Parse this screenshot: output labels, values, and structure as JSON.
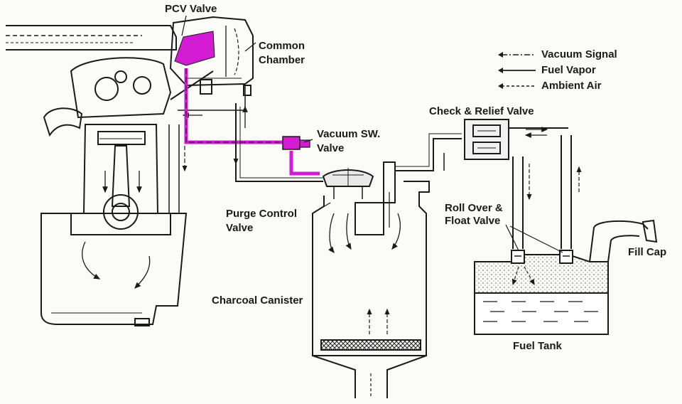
{
  "labels": {
    "pcv_valve": "PCV Valve",
    "common_chamber_1": "Common",
    "common_chamber_2": "Chamber",
    "vacuum_sw_1": "Vacuum SW.",
    "vacuum_sw_2": "Valve",
    "check_relief": "Check & Relief Valve",
    "purge_control_1": "Purge Control",
    "purge_control_2": "Valve",
    "rollover_1": "Roll Over &",
    "rollover_2": "Float Valve",
    "fill_cap": "Fill Cap",
    "charcoal_canister": "Charcoal Canister",
    "fuel_tank": "Fuel Tank"
  },
  "legend": [
    {
      "label": "Vacuum Signal",
      "line_style": "dash-dot"
    },
    {
      "label": "Fuel Vapor",
      "line_style": "solid"
    },
    {
      "label": "Ambient Air",
      "line_style": "dashed"
    }
  ],
  "colors": {
    "ink": "#1a1a1a",
    "highlight": "#d21bd2",
    "paper": "#fbfbf8"
  }
}
